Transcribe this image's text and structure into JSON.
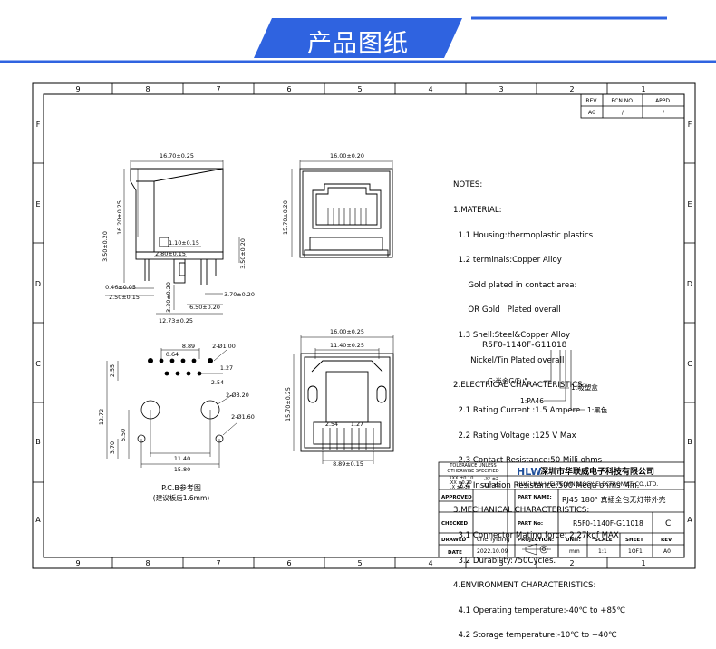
{
  "header": {
    "title": "产品图纸",
    "accent_color": "#2f63e0"
  },
  "frame": {
    "col_top": [
      "9",
      "8",
      "7",
      "6",
      "5",
      "4",
      "3",
      "2",
      "1"
    ],
    "col_bottom": [
      "9",
      "8",
      "7",
      "6",
      "5",
      "4",
      "3",
      "2",
      "1"
    ],
    "row_left": [
      "F",
      "E",
      "D",
      "C",
      "B",
      "A"
    ],
    "row_right": [
      "F",
      "E",
      "D",
      "C",
      "B",
      "A"
    ]
  },
  "revision": {
    "headers": [
      "REV.",
      "ECN.NO.",
      "APPD."
    ],
    "row": [
      "A0",
      "/",
      "/"
    ]
  },
  "dims": {
    "side_width": "16.70±0.25",
    "side_h1": "16.20±0.25",
    "side_h2": "3.50±0.20",
    "side_d1": "1.10±0.15",
    "side_d2": "2.80±0.15",
    "side_d3": "3.50±0.20",
    "side_d4": "0.46±0.05",
    "side_d5": "2.50±0.15",
    "side_d6": "3.30±0.20",
    "side_d7": "6.50±0.20",
    "side_d8": "3.70±0.20",
    "side_d9": "12.73±0.25",
    "front_width": "16.00±0.20",
    "front_height": "15.70±0.20",
    "pcb_w1": "8.89",
    "pcb_d1": "2-Ø1.00",
    "pcb_w2": "0.64",
    "pcb_w3": "1.27",
    "pcb_h1": "2.55",
    "pcb_h2": "2.54",
    "pcb_d2": "2-Ø3.20",
    "pcb_h3": "12.72",
    "pcb_d3": "2-Ø1.60",
    "pcb_h4": "6.50",
    "pcb_h5": "3.70",
    "pcb_w4": "11.40",
    "pcb_w5": "15.80",
    "pcb_caption": "P.C.B参考图",
    "pcb_sub": "(建议板后1.6mm)",
    "rear_width": "16.00±0.25",
    "rear_inner": "11.40±0.25",
    "rear_height": "15.70±0.25",
    "rear_pitch1": "2.54",
    "rear_pitch2": "1.27",
    "rear_bottom": "8.89±0.15"
  },
  "notes": [
    "NOTES:",
    "1.MATERIAL:",
    "  1.1 Housing:thermoplastic plastics",
    "  1.2 terminals:Copper Alloy",
    "      Gold plated in contact area:",
    "      OR Gold   Plated overall",
    "  1.3 Shell:Steel&Copper Alloy",
    "       Nickel/Tin Plated overall",
    "2.ELECTRICAL CHARACTERISTICS:",
    "  2.1 Rating Current :1.5 Ampere",
    "  2.2 Rating Voltage :125 V Max",
    "  2.3 Contact Resistance:50 Milli ohms",
    "  2.4 Insulation Resistance:500 Mega ohms Min.",
    "3.MECHANICAL CHARACTERISTICS:",
    "  3.1 Connector Mating force: 2.27kgf MAX",
    "  3.2 Durability:750Cycles.",
    "4.ENVIRONMENT CHARACTERISTICS:",
    "  4.1 Operating temperature:-40℃ to +85℃",
    "  4.2 Storage temperature:-10℃ to +40℃"
  ],
  "part_code": {
    "code": "R5F0-1140F-G11018",
    "l1": "G:半金G/Fu\"",
    "l2": "1:吸塑盒",
    "l3": "1:PA46",
    "l4": "1:黑色"
  },
  "title_block": {
    "tol_title1": "TOLERANCE UNLESS",
    "tol_title2": "OTHERWISE SPECIFIED",
    "tol_1": ".XXX ±0.10",
    "tol_2": ".XX  ±0.20",
    "tol_3": ".X   ±0.30",
    "tol_4": ".X°  ±2",
    "tol_5": ".XX° ±2",
    "logo": "HLW",
    "company_cn": "深圳市华联威电子科技有限公司",
    "company_en": "HUA LIAN WEI TECHNOLOGY ELECTRONICS CO.,LTD.",
    "approved_label": "APPROVED",
    "part_name_label": "PART NAME:",
    "part_name": "RJ45 180° 真插全包无灯带外壳",
    "checked_label": "CHECKED",
    "part_no_label": "PART No:",
    "part_no": "R5F0-1140F-G11018",
    "part_no_rev": "C",
    "drawed_label": "DRAWED",
    "drawed": "chenyiting",
    "projection_label": "PROJECTION:",
    "unit_label": "UNIT:",
    "scale_label": "SCALE",
    "sheet_label": "SHEET",
    "rev_label": "REV.",
    "date_label": "DATE",
    "date": "2022.10.09",
    "unit": "mm",
    "scale": "1:1",
    "sheet": "1OF1",
    "rev": "A0"
  }
}
